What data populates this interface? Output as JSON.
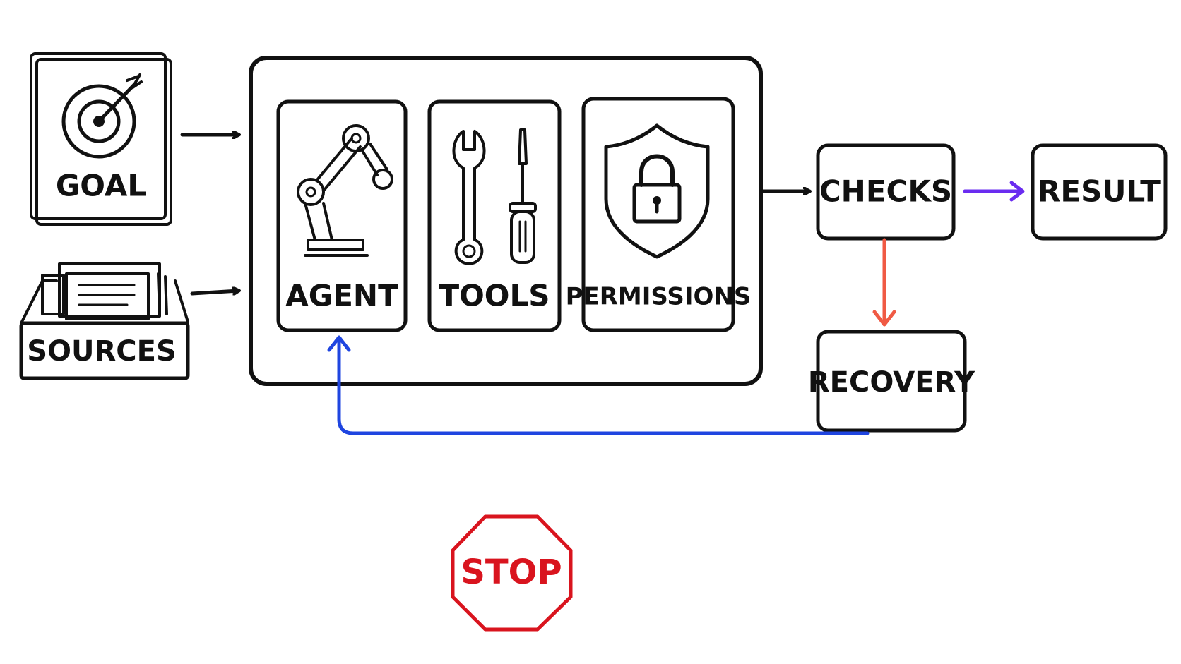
{
  "nodes": {
    "goal": "GOAL",
    "sources": "SOURCES",
    "agent": "AGENT",
    "tools": "TOOLS",
    "permissions": "PERMISSIONS",
    "checks": "CHECKS",
    "result": "RESULT",
    "recovery": "RECOVERY",
    "stop": "STOP"
  },
  "colors": {
    "ink": "#111111",
    "result_arrow": "#6a2cf0",
    "recovery_arrow": "#f05a44",
    "loop_arrow": "#1f45e0",
    "stop_sign": "#d9141e"
  },
  "icons": {
    "goal": "target-icon",
    "sources": "file-box-icon",
    "agent": "robot-arm-icon",
    "tools": "wrench-screwdriver-icon",
    "permissions": "shield-lock-icon"
  }
}
